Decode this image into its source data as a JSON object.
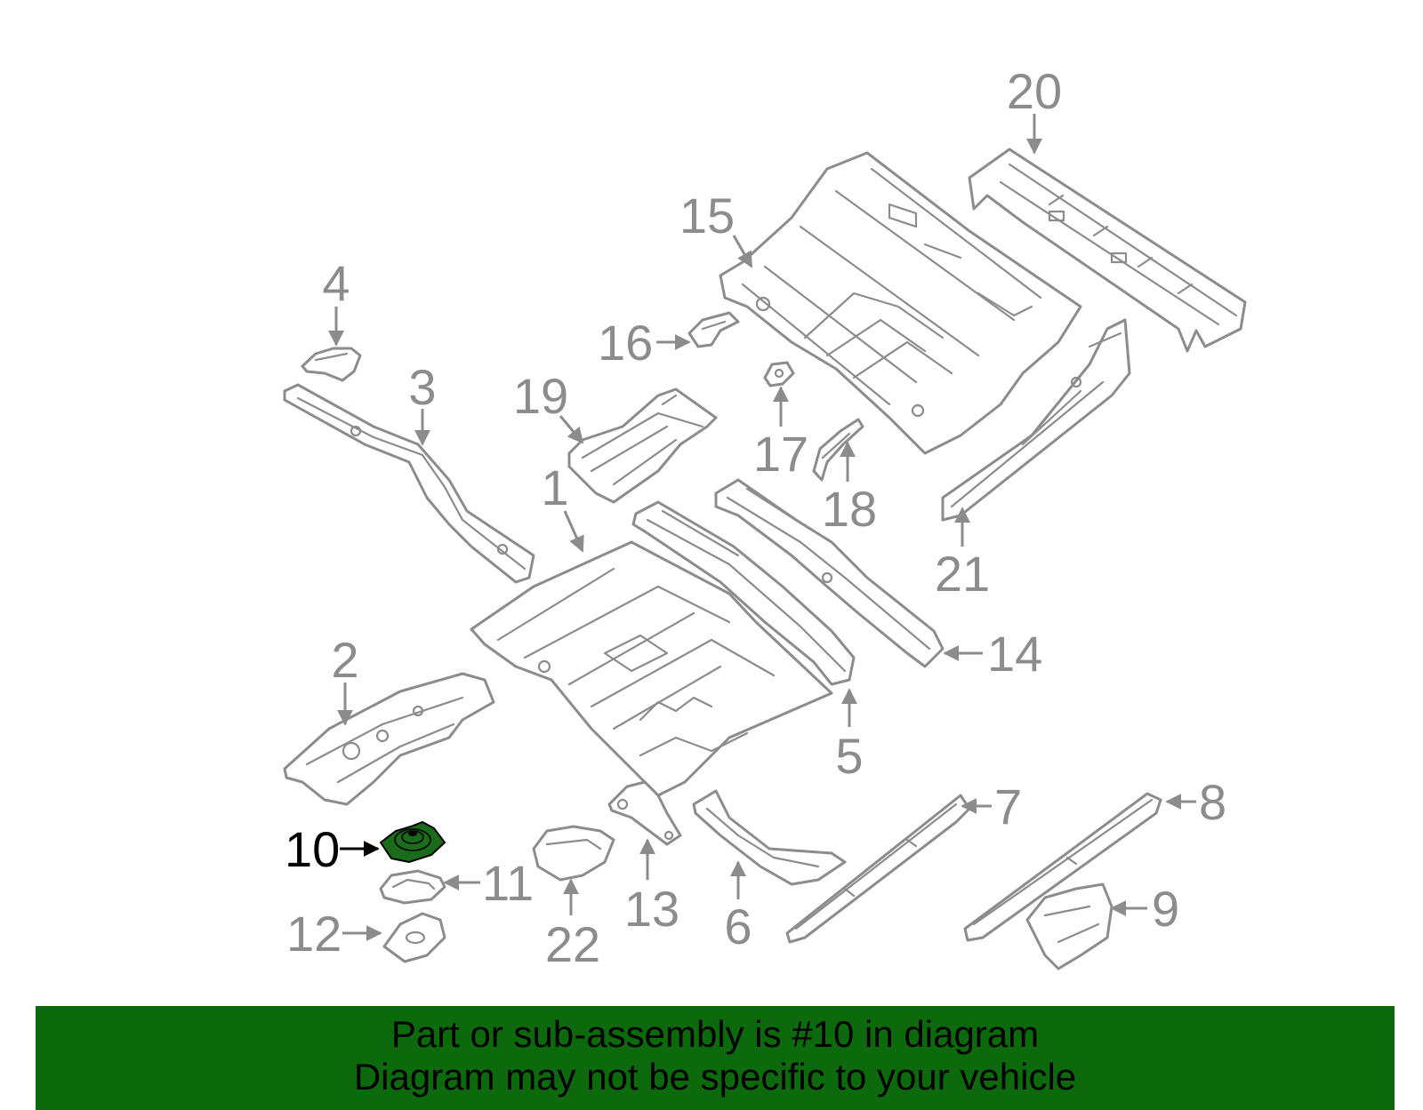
{
  "diagram": {
    "selected_part": "10",
    "colors": {
      "line": "#8c8c8c",
      "highlight_fill": "#1a6b1a",
      "selected_label": "#000000"
    },
    "labels": [
      {
        "id": "1",
        "text": "1"
      },
      {
        "id": "2",
        "text": "2"
      },
      {
        "id": "3",
        "text": "3"
      },
      {
        "id": "4",
        "text": "4"
      },
      {
        "id": "5",
        "text": "5"
      },
      {
        "id": "6",
        "text": "6"
      },
      {
        "id": "7",
        "text": "7"
      },
      {
        "id": "8",
        "text": "8"
      },
      {
        "id": "9",
        "text": "9"
      },
      {
        "id": "10",
        "text": "10"
      },
      {
        "id": "11",
        "text": "11"
      },
      {
        "id": "12",
        "text": "12"
      },
      {
        "id": "13",
        "text": "13"
      },
      {
        "id": "14",
        "text": "14"
      },
      {
        "id": "15",
        "text": "15"
      },
      {
        "id": "16",
        "text": "16"
      },
      {
        "id": "17",
        "text": "17"
      },
      {
        "id": "18",
        "text": "18"
      },
      {
        "id": "19",
        "text": "19"
      },
      {
        "id": "20",
        "text": "20"
      },
      {
        "id": "21",
        "text": "21"
      },
      {
        "id": "22",
        "text": "22"
      }
    ]
  },
  "footer": {
    "line1": "Part or sub-assembly is #10 in diagram",
    "line2": "Diagram may not be specific to your vehicle",
    "background": "#0c6a0c"
  }
}
